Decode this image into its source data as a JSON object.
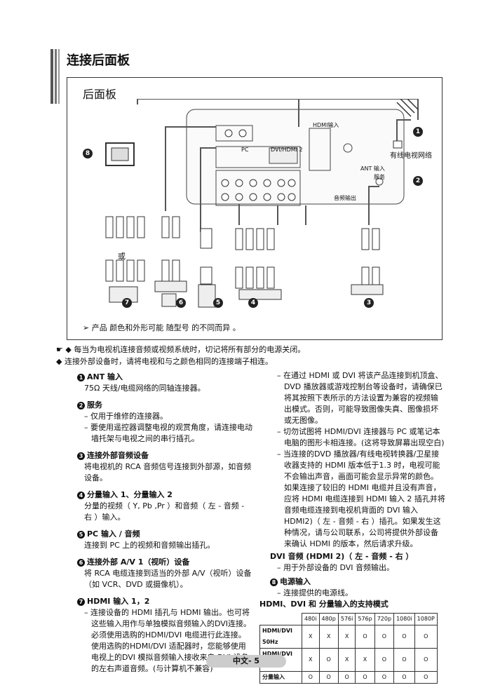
{
  "page": {
    "title": "连接后面板",
    "page_number": "中文- 5"
  },
  "panel": {
    "title": "后面板",
    "cable_network_label": "有线电视网络",
    "ant_in_label": "ANT 输入",
    "hdmi_in_label": "HDMI输入",
    "service_label": "服务",
    "audio_out_label": "音频输出",
    "pc_label": "PC",
    "dvi_label": "DVI/HDMI 2",
    "or_label": "或",
    "callouts": [
      "1",
      "2",
      "3",
      "4",
      "5",
      "6",
      "7",
      "8"
    ],
    "footnote": "➢  产品 颜色和外形可能 随型号 的不同而异 。"
  },
  "notes": [
    "☛   ◆  每当为电视机连接音频或视频系统时，切记将所有部分的电源关闭。",
    "      ◆  连接外部设备时，请将电视和与之颜色相同的连接端子相连。"
  ],
  "left_sections": [
    {
      "num": "1",
      "title": "ANT 输入",
      "lines": [
        "75Ω 天线/电缆网络的同轴连接器。"
      ]
    },
    {
      "num": "2",
      "title": "服务",
      "dashes": [
        "仅用于维修的连接器。",
        "要使用遥控器调整电视的观赏角度，请连接电动墙托架与电视之间的串行插孔。"
      ]
    },
    {
      "num": "3",
      "title": "连接外部音频设备",
      "lines": [
        "将电视机的 RCA 音频信号连接到外部源，如音频设备。"
      ]
    },
    {
      "num": "4",
      "title": "分量输入 1、分量输入 2",
      "lines": [
        "分量的视频（ Y, Pb ,Pr ）和音频（ 左 - 音频 - 右 ）输入。"
      ]
    },
    {
      "num": "5",
      "title": "PC 输入 / 音频",
      "lines": [
        "连接到 PC 上的视频和音频输出插孔。"
      ]
    },
    {
      "num": "6",
      "title": "连接外部 A/V 1（视听）设备",
      "lines": [
        "将 RCA 电缆连接到适当的外部 A/V（视听）设备（如 VCR、DVD 或摄像机）。"
      ]
    },
    {
      "num": "7",
      "title": "HDMI 输入 1，2",
      "dashes": [
        "连接设备的 HDMI 插孔与 HDMI 输出。也可将这些输入用作与单独模拟音频输入的DVI连接。必须使用选购的HDMI/DVI 电缆进行此连接。使用选购的HDMI/DVI 适配器时，您能够使用电视上的DVI 模拟音频输入接收来自 DVI 设备的左右声道音频。(与计算机不兼容)"
      ]
    }
  ],
  "right_sections": {
    "dashes": [
      "在通过 HDMI 或 DVI 将该产品连接到机顶盒、DVD 播放器或游戏控制台等设备时，请确保已将其按照下表所示的方法设置为兼容的视频输出模式。否则，可能导致图像失真、图像损坏或无图像。",
      "切勿试图将 HDMI/DVI 连接器与 PC 或笔记本电脑的图形卡相连接。(这将导致屏幕出现空白)",
      "当连接的DVD 播放器/有线电视转换器/卫星接收器支持的 HDMI 版本低于1.3 时，电视可能不会输出声音，画面可能会显示异常的颜色。如果连接了较旧的 HDMI 电缆并且没有声音，应将 HDMI 电缆连接到 HDMI 输入 2 插孔并将音频电缆连接到电视机背面的 DVI 输入 HDMI2)（ 左 - 音频 - 右 ）插孔。如果发生这种情况，请与公司联系，公司将提供外部设备来确认 HDMI 的版本，然后请求升级。"
    ],
    "dvi_title": "DVI 音频 (HDMI 2)（ 左 - 音频 - 右 ）",
    "dvi_dash": "用于外部设备的 DVI 音频输出。",
    "power_num": "8",
    "power_title": "电源输入",
    "power_dash": "连接提供的电源线。",
    "table_title": "HDMI、DVI 和 分量输入的支持模式",
    "table_headers": [
      "",
      "480i",
      "480p",
      "576i",
      "576p",
      "720p",
      "1080i",
      "1080P"
    ],
    "table_rows": [
      [
        "HDMI/DVI 50Hz",
        "X",
        "X",
        "X",
        "O",
        "O",
        "O",
        "O"
      ],
      [
        "HDMI/DVI 60Hz",
        "X",
        "O",
        "X",
        "X",
        "O",
        "O",
        "O"
      ],
      [
        "分量输入",
        "O",
        "O",
        "O",
        "O",
        "O",
        "O",
        "O"
      ]
    ]
  }
}
